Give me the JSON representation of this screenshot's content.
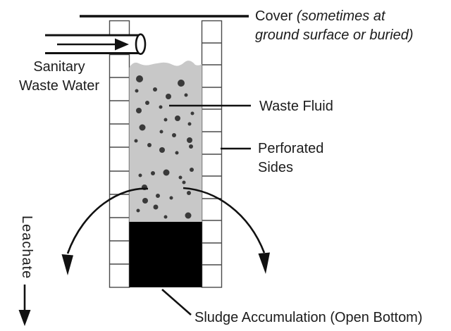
{
  "labels": {
    "cover_main": "Cover",
    "cover_note_line1": "(sometimes at",
    "cover_note_line2": "ground surface or buried)",
    "inlet_line1": "Sanitary",
    "inlet_line2": "Waste Water",
    "waste_fluid": "Waste Fluid",
    "perforated_line1": "Perforated",
    "perforated_line2": "Sides",
    "sludge": "Sludge Accumulation (Open Bottom)",
    "leachate": "Leachate"
  },
  "colors": {
    "fluid": "#c8c8c8",
    "dots": "#3a3a3a",
    "sludge": "#000000",
    "line": "#111111"
  },
  "fluid_dots": [
    [
      198,
      112,
      5
    ],
    [
      257,
      118,
      5
    ],
    [
      194,
      129,
      2.5
    ],
    [
      220,
      127,
      3
    ],
    [
      239,
      137,
      4
    ],
    [
      264,
      135,
      2.5
    ],
    [
      209,
      146,
      3
    ],
    [
      228,
      152,
      2.5
    ],
    [
      197,
      157,
      4
    ],
    [
      273,
      161,
      2.5
    ],
    [
      252,
      168,
      4
    ],
    [
      235,
      170,
      2.5
    ],
    [
      269,
      176,
      2.5
    ],
    [
      202,
      181,
      4.5
    ],
    [
      229,
      187,
      2.5
    ],
    [
      247,
      192,
      3
    ],
    [
      269,
      199,
      4
    ],
    [
      193,
      200,
      2.5
    ],
    [
      212,
      206,
      3
    ],
    [
      230,
      213,
      4
    ],
    [
      251,
      217,
      2.5
    ],
    [
      271,
      208,
      3
    ],
    [
      199,
      249,
      2.5
    ],
    [
      217,
      246,
      3
    ],
    [
      236,
      245,
      4.5
    ],
    [
      256,
      252,
      2.5
    ],
    [
      272,
      241,
      3
    ],
    [
      261,
      259,
      2.5
    ],
    [
      205,
      266,
      4
    ],
    [
      224,
      278,
      3
    ],
    [
      243,
      281,
      2.5
    ],
    [
      268,
      274,
      3
    ],
    [
      206,
      285,
      4
    ],
    [
      196,
      299,
      2.5
    ],
    [
      221,
      294,
      3.5
    ],
    [
      235,
      308,
      2.5
    ],
    [
      267,
      306,
      4.5
    ]
  ]
}
